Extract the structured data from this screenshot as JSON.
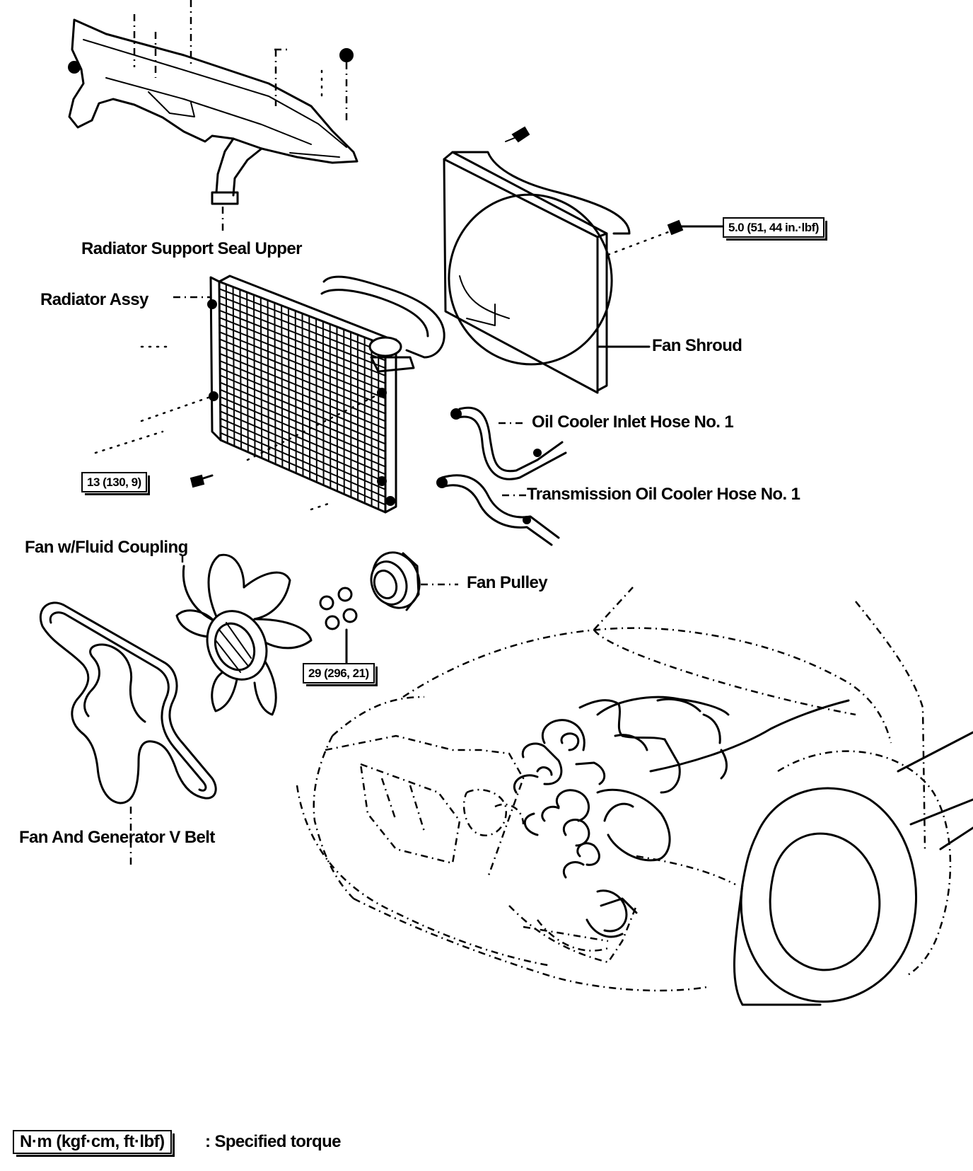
{
  "labels": {
    "radiator_support_seal_upper": "Radiator Support Seal Upper",
    "radiator_assy": "Radiator Assy",
    "fan_shroud": "Fan Shroud",
    "oil_cooler_inlet_hose": "Oil Cooler Inlet Hose No. 1",
    "transmission_oil_cooler_hose": "Transmission Oil Cooler Hose No. 1",
    "fan_w_fluid_coupling": "Fan w/Fluid Coupling",
    "fan_pulley": "Fan Pulley",
    "fan_and_generator_v_belt": "Fan And Generator V Belt"
  },
  "torques": {
    "fan_shroud_bolt": "5.0 (51, 44 in.·lbf)",
    "radiator_bolt": "13 (130, 9)",
    "fan_nut": "29 (296, 21)"
  },
  "legend": {
    "unit_box": "N·m (kgf·cm, ft·lbf)",
    "description": ": Specified torque"
  }
}
